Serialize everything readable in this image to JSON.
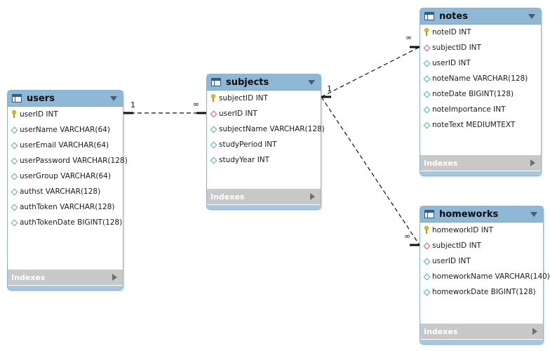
{
  "tables": [
    {
      "name": "users",
      "columns": [
        {
          "label": "userID INT",
          "kind": "pk"
        },
        {
          "label": "userName VARCHAR(64)",
          "kind": "col"
        },
        {
          "label": "userEmail VARCHAR(64)",
          "kind": "col"
        },
        {
          "label": "userPassword VARCHAR(128)",
          "kind": "col"
        },
        {
          "label": "userGroup VARCHAR(64)",
          "kind": "col"
        },
        {
          "label": "authst VARCHAR(128)",
          "kind": "col"
        },
        {
          "label": "authToken VARCHAR(128)",
          "kind": "col"
        },
        {
          "label": "authTokenDate BIGINT(128)",
          "kind": "col"
        }
      ],
      "indexes_label": "Indexes"
    },
    {
      "name": "subjects",
      "columns": [
        {
          "label": "subjectID INT",
          "kind": "pk"
        },
        {
          "label": "userID INT",
          "kind": "fk"
        },
        {
          "label": "subjectName VARCHAR(128)",
          "kind": "col"
        },
        {
          "label": "studyPeriod INT",
          "kind": "col"
        },
        {
          "label": "studyYear INT",
          "kind": "col"
        }
      ],
      "indexes_label": "Indexes"
    },
    {
      "name": "notes",
      "columns": [
        {
          "label": "noteID INT",
          "kind": "pk"
        },
        {
          "label": "subjectID INT",
          "kind": "fk"
        },
        {
          "label": "userID INT",
          "kind": "col"
        },
        {
          "label": "noteName VARCHAR(128)",
          "kind": "col"
        },
        {
          "label": "noteDate BIGINT(128)",
          "kind": "col"
        },
        {
          "label": "noteImportance INT",
          "kind": "col"
        },
        {
          "label": "noteText MEDIUMTEXT",
          "kind": "col"
        }
      ],
      "indexes_label": "Indexes"
    },
    {
      "name": "homeworks",
      "columns": [
        {
          "label": "homeworkID INT",
          "kind": "pk"
        },
        {
          "label": "subjectID INT",
          "kind": "fk"
        },
        {
          "label": "userID INT",
          "kind": "col"
        },
        {
          "label": "homeworkName VARCHAR(140)",
          "kind": "col"
        },
        {
          "label": "homeworkDate BIGINT(128)",
          "kind": "col"
        }
      ],
      "indexes_label": "Indexes"
    }
  ],
  "relationships": [
    {
      "from": "users",
      "to": "subjects",
      "from_card": "1",
      "to_card": "∞"
    },
    {
      "from": "subjects",
      "to": "notes",
      "from_card": "1",
      "to_card": "∞"
    },
    {
      "from": "subjects",
      "to": "homeworks",
      "from_card": "1",
      "to_card": "∞"
    }
  ],
  "colors": {
    "header": "#8fb7d6",
    "indexes_bar": "#c8c8c8",
    "primary_key_icon": "#e8c21d",
    "foreign_key_icon": "#c2627a",
    "column_icon": "#5fa9a4"
  }
}
